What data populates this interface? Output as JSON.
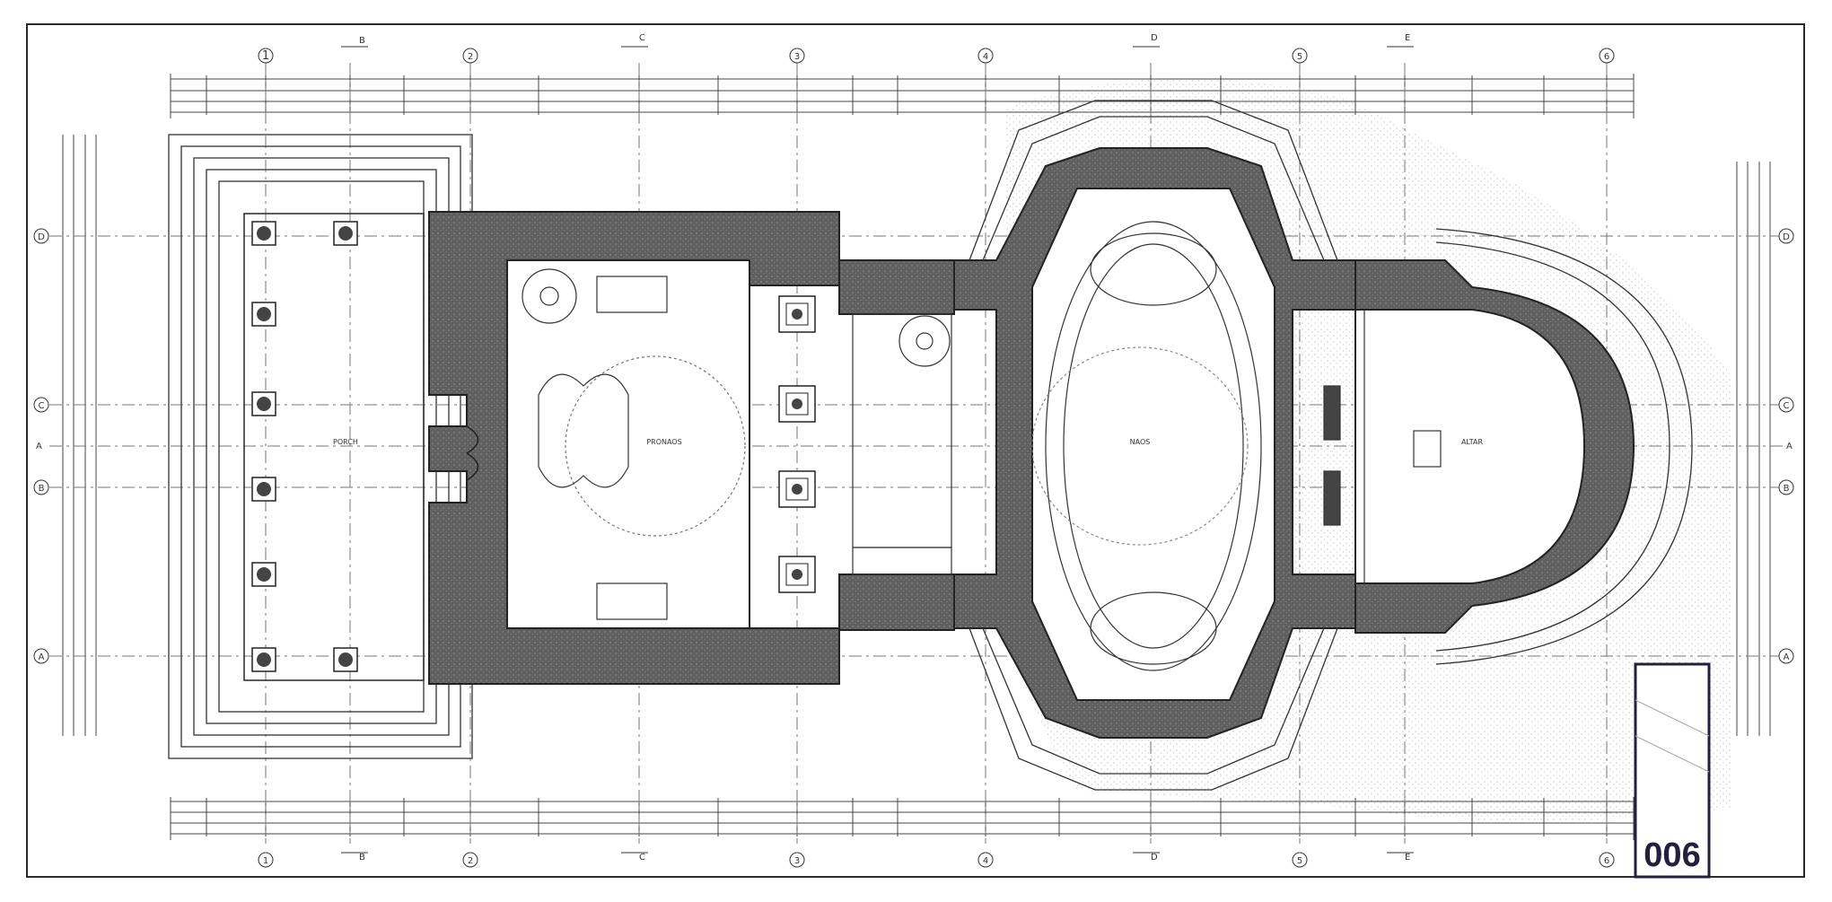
{
  "sheet": {
    "number": "006",
    "colors": {
      "ink": "#2a2a2a",
      "wall_fill": "#5e5e5e",
      "hatch": "#bcbcbc",
      "paper": "#ffffff",
      "frame": "#23203d"
    }
  },
  "grid": {
    "columns_top": [
      "1",
      "B",
      "2",
      "C",
      "3",
      "4",
      "D",
      "5",
      "E",
      "6"
    ],
    "rows": [
      "D",
      "C",
      "B",
      "A"
    ],
    "section_marker": "A"
  },
  "rooms": {
    "porch": "PORCH",
    "pronaos": "PRONAOS",
    "naos": "NAOS",
    "altar": "ALTAR"
  }
}
